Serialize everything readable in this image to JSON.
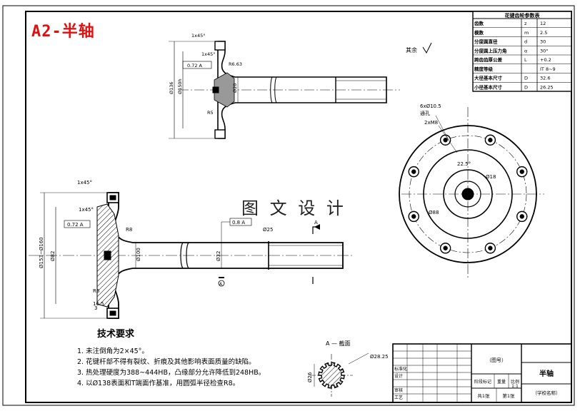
{
  "drawing": {
    "corner_title": "A2-半轴",
    "watermark": "图 文 设 计"
  },
  "gear_table": {
    "header": "花键齿轮参数表",
    "rows": [
      {
        "name": "齿数",
        "symbol": "z",
        "value": "12"
      },
      {
        "name": "模数",
        "symbol": "m",
        "value": "2.5"
      },
      {
        "name": "分度圆直径",
        "symbol": "d",
        "value": "30"
      },
      {
        "name": "分度圆上压力角",
        "symbol": "α",
        "value": "30°"
      },
      {
        "name": "跨齿齿厚公差",
        "symbol": "L",
        "value": "+0.2"
      },
      {
        "name": "精度等级",
        "symbol": "",
        "value": "IT 8~9"
      },
      {
        "name": "大径基本尺寸",
        "symbol": "D",
        "value": "32.6"
      },
      {
        "name": "小径基本尺寸",
        "symbol": "D",
        "value": "26.25"
      }
    ]
  },
  "surface_note": "其余",
  "top_view": {
    "dims": [
      "1x45°",
      "1x45°",
      "0.72 A",
      "Ø136",
      "Ø150h",
      "Ø20",
      "R6.63",
      "R5"
    ]
  },
  "main_view": {
    "dims": [
      "1x45°",
      "1x45°",
      "0.72 A",
      "Ø153~Ø160",
      "Ø82",
      "Ø100",
      "R8",
      "R6",
      "Ø32",
      "Ø25",
      "0.8 A",
      "16.5",
      "3",
      "A"
    ],
    "section_mark": "A"
  },
  "flange_view": {
    "labels": [
      "6xØ10.5",
      "通孔",
      "2xM8",
      "22.5°",
      "Ø18",
      "Ø88"
    ]
  },
  "section_view": {
    "title": "A — 截面",
    "dims": [
      "Ø28.25",
      "Ø26"
    ]
  },
  "tech_requirements": {
    "title": "技术要求",
    "items": [
      "1. 未注倒角为2×45°。",
      "2. 花键杆部不得有裂纹、折痕及其他影响表面质量的缺陷。",
      "3. 热处理硬度为388~444HB，凸缘部分允许降低到248HB。",
      "4. 以Ø138表面和T端面作基准，用圆弧半径检查R8。"
    ]
  },
  "title_block": {
    "part_name": "半轴",
    "unit_name": "（学校名称）",
    "drawing_no": "（图号）",
    "scale_label": "比例",
    "scale": "1:1",
    "sheet_total": "共1张",
    "sheet_no": "第1张",
    "stage_label": "阶段标记",
    "weight_label": "重量",
    "design": "设计",
    "check": "审核",
    "std": "标准化",
    "craft": "工艺"
  }
}
